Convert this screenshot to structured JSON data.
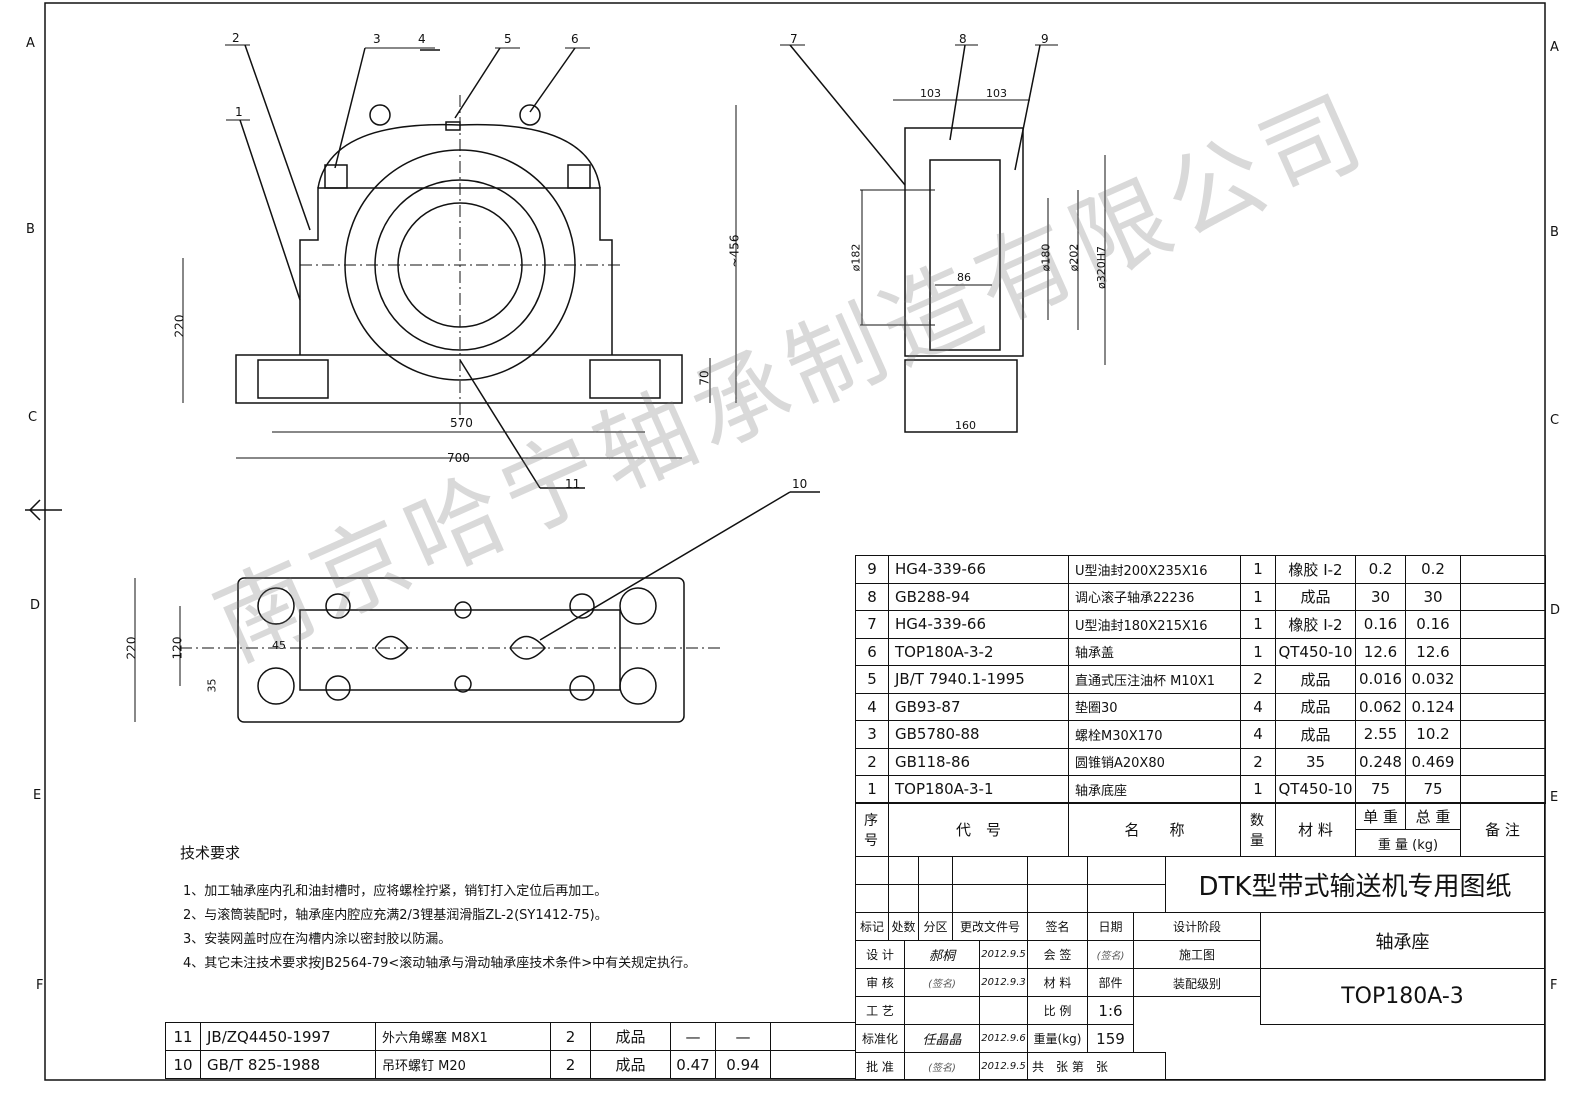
{
  "zones_left": [
    "A",
    "B",
    "C",
    "D",
    "E",
    "F"
  ],
  "zones_right": [
    "A",
    "B",
    "C",
    "D",
    "E",
    "F"
  ],
  "watermark": "南京哈宁轴承制造有限公司",
  "balloons": [
    "1",
    "2",
    "3",
    "4",
    "5",
    "6",
    "7",
    "8",
    "9",
    "10",
    "11"
  ],
  "dimensions": {
    "front": [
      "220",
      "570",
      "700",
      "70",
      "~456"
    ],
    "side": [
      "103",
      "103",
      "ø182",
      "86",
      "ø180",
      "ø202",
      "ø320H7",
      "160"
    ],
    "top": [
      "220",
      "120",
      "45",
      "35"
    ]
  },
  "tech_req": {
    "title": "技术要求",
    "items": [
      "1、加工轴承座内孔和油封槽时，应将螺栓拧紧，销钉打入定位后再加工。",
      "2、与滚筒装配时，轴承座内腔应充满2/3锂基润滑脂ZL-2(SY1412-75)。",
      "3、安装网盖时应在沟槽内涂以密封胶以防漏。",
      "4、其它未注技术要求按JB2564-79<滚动轴承与滑动轴承座技术条件>中有关规定执行。"
    ]
  },
  "parts": [
    [
      "9",
      "HG4-339-66",
      "U型油封200X235X16",
      "1",
      "橡胶 I-2",
      "0.2",
      "0.2",
      ""
    ],
    [
      "8",
      "GB288-94",
      "调心滚子轴承22236",
      "1",
      "成品",
      "30",
      "30",
      ""
    ],
    [
      "7",
      "HG4-339-66",
      "U型油封180X215X16",
      "1",
      "橡胶 I-2",
      "0.16",
      "0.16",
      ""
    ],
    [
      "6",
      "TOP180A-3-2",
      "轴承盖",
      "1",
      "QT450-10",
      "12.6",
      "12.6",
      ""
    ],
    [
      "5",
      "JB/T 7940.1-1995",
      "直通式压注油杯 M10X1",
      "2",
      "成品",
      "0.016",
      "0.032",
      ""
    ],
    [
      "4",
      "GB93-87",
      "垫圈30",
      "4",
      "成品",
      "0.062",
      "0.124",
      ""
    ],
    [
      "3",
      "GB5780-88",
      "螺栓M30X170",
      "4",
      "成品",
      "2.55",
      "10.2",
      ""
    ],
    [
      "2",
      "GB118-86",
      "圆锥销A20X80",
      "2",
      "35",
      "0.248",
      "0.469",
      ""
    ],
    [
      "1",
      "TOP180A-3-1",
      "轴承底座",
      "1",
      "QT450-10",
      "75",
      "75",
      ""
    ]
  ],
  "parts_header": {
    "no": "序号",
    "code": "代　号",
    "name": "名　　称",
    "qty": "数量",
    "material": "材 料",
    "unit_weight": "单 重",
    "total_weight": "总 重",
    "weight": "重 量 (kg)",
    "remark": "备 注"
  },
  "parts_lower": [
    [
      "11",
      "JB/ZQ4450-1997",
      "外六角螺塞 M8X1",
      "2",
      "成品",
      "—",
      "—",
      ""
    ],
    [
      "10",
      "GB/T 825-1988",
      "吊环螺钉 M20",
      "2",
      "成品",
      "0.47",
      "0.94",
      ""
    ]
  ],
  "title_block": {
    "project": "DTK型带式输送机专用图纸",
    "part_name": "轴承座",
    "drawing_no": "TOP180A-3",
    "headers": [
      "标记",
      "处数",
      "分区",
      "更改文件号",
      "签名",
      "日期"
    ],
    "design_label": "设 计",
    "design_sign": "郝桐",
    "design_date": "2012.9.5",
    "check_label": "审 核",
    "check_sign": "(签名)",
    "check_date": "2012.9.3",
    "process_label": "工 艺",
    "std_label": "标准化",
    "std_sign": "任晶晶",
    "std_date": "2012.9.6",
    "approve_label": "批 准",
    "approve_sign": "(签名)",
    "approve_date": "2012.9.5",
    "countersign_label": "会 签",
    "countersign_sign": "(签名)",
    "material_label": "材 料",
    "material_value": "部件",
    "scale_label": "比 例",
    "scale_value": "1:6",
    "weight_label": "重量(kg)",
    "weight_value": "159",
    "sheets_label": "共　张 第　张",
    "stage_label": "设计阶段",
    "stage_value": "施工图",
    "assembly_label": "装配级别"
  }
}
